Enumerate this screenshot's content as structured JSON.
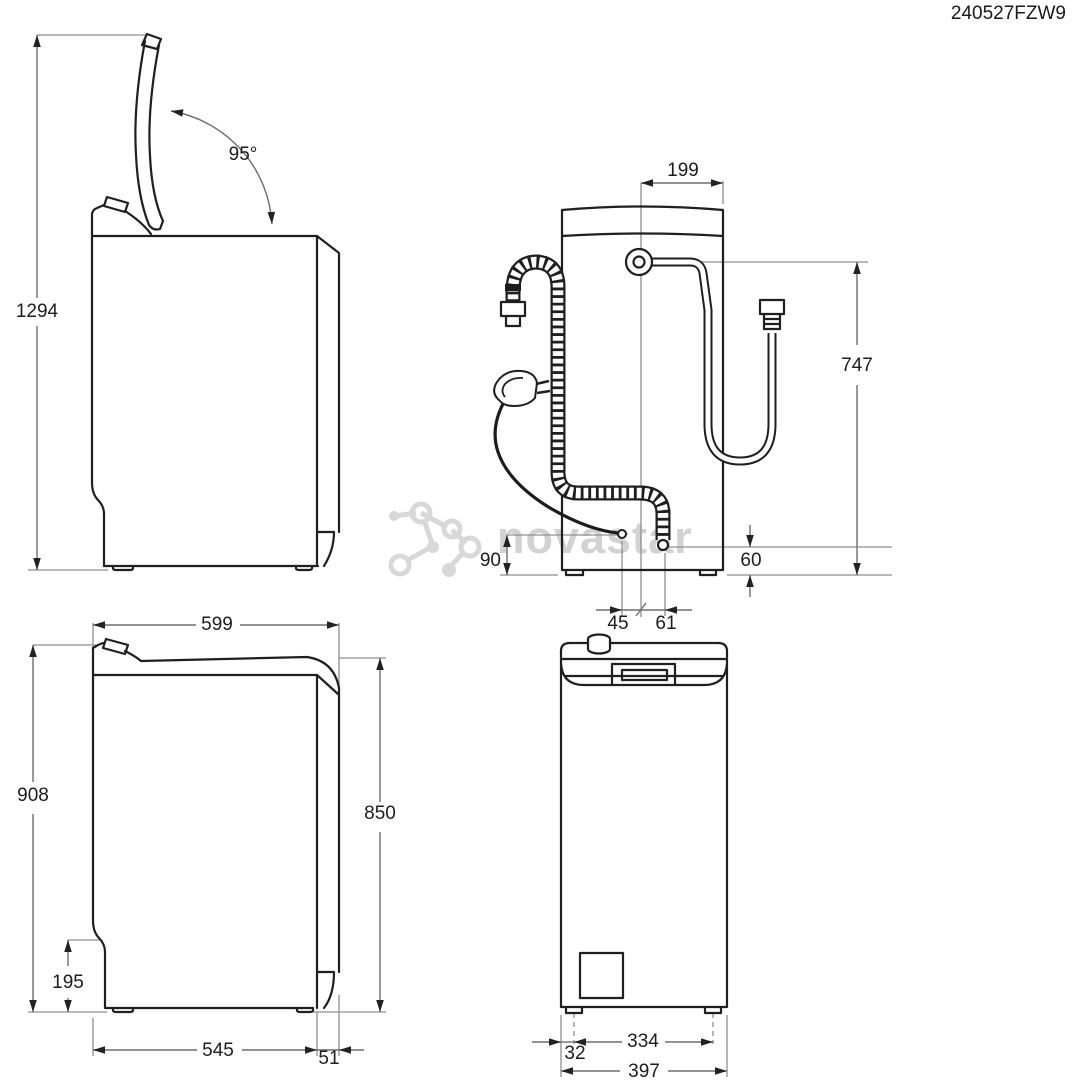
{
  "part_number": "240527FZW9",
  "watermark": {
    "text": "novastar"
  },
  "dims": {
    "side_open": {
      "height": "1294",
      "angle": "95°"
    },
    "rear": {
      "inlet_offset": "199",
      "inlet_height": "747",
      "cord_height": "90",
      "drain_height": "60",
      "cord_offset": "45",
      "drain_offset": "61"
    },
    "side": {
      "depth": "599",
      "total_height": "908",
      "body_height": "850",
      "base_recess": "195",
      "base_depth": "545",
      "rear_panel": "51"
    },
    "front": {
      "feet_spacing": "334",
      "foot_inset": "32",
      "width": "397"
    }
  }
}
